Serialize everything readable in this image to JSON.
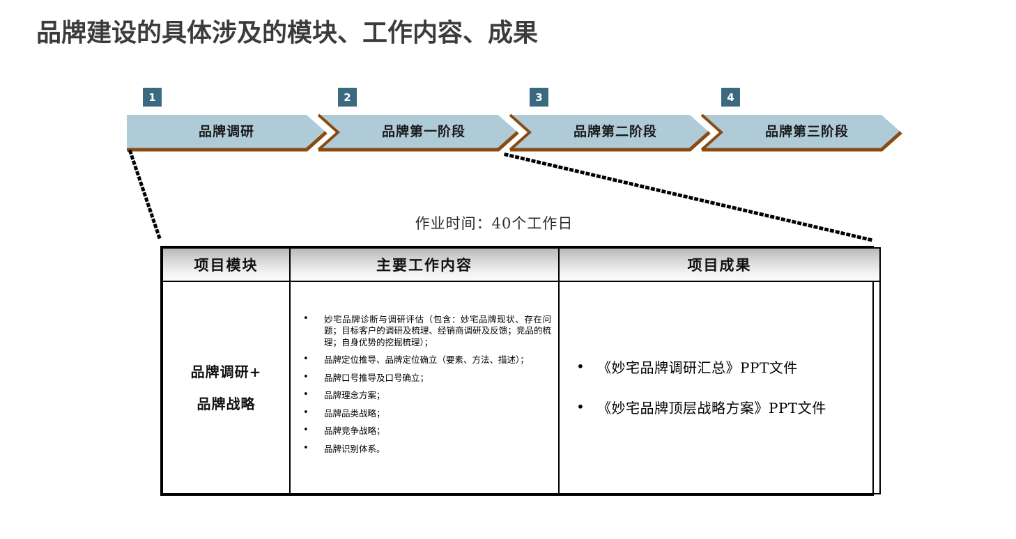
{
  "title": "品牌建设的具体涉及的模块、工作内容、成果",
  "colors": {
    "chevron_fill": "#afcbd8",
    "chevron_edge": "#8a4a12",
    "badge_bg": "#3b6a80",
    "title_text": "#3b3b3b"
  },
  "process": {
    "steps": [
      {
        "number": "1",
        "label": "品牌调研"
      },
      {
        "number": "2",
        "label": "品牌第一阶段"
      },
      {
        "number": "3",
        "label": "品牌第二阶段"
      },
      {
        "number": "4",
        "label": "品牌第三阶段"
      }
    ]
  },
  "duration_note": "作业时间：40个工作日",
  "table": {
    "headers": [
      "项目模块",
      "主要工作内容",
      "项目成果"
    ],
    "rows": [
      {
        "module": [
          "品牌调研+",
          "品牌战略"
        ],
        "content": [
          "妙宅品牌诊断与调研评估（包含：妙宅品牌现状、存在问题；目标客户的调研及梳理、经销商调研及反馈；竞品的梳理；自身优势的挖掘梳理）；",
          "品牌定位推导、品牌定位确立（要素、方法、描述）；",
          "品牌口号推导及口号确立；",
          "品牌理念方案；",
          "品牌品类战略；",
          "品牌竞争战略；",
          "品牌识别体系。"
        ],
        "outputs": [
          "《妙宅品牌调研汇总》PPT文件",
          "《妙宅品牌顶层战略方案》PPT文件"
        ]
      }
    ]
  }
}
